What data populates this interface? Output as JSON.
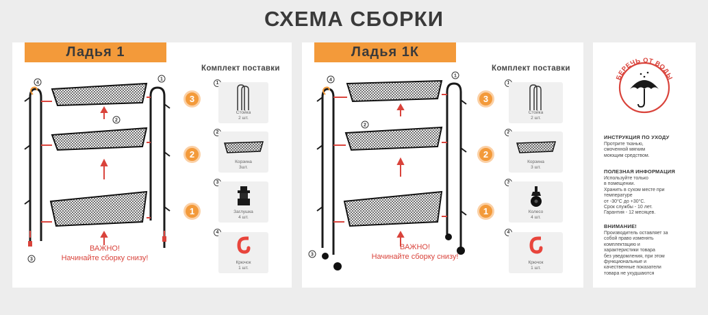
{
  "title": "СХЕМА СБОРКИ",
  "left": {
    "banner": "Ладья 1",
    "kit_title": "Комплект поставки",
    "items": [
      {
        "num": "1",
        "label_1": "Стойка",
        "label_2": "2 шт."
      },
      {
        "num": "2",
        "label_1": "Корзина",
        "label_2": "3шт."
      },
      {
        "num": "3",
        "label_1": "Заглушка",
        "label_2": "4 шт."
      },
      {
        "num": "4",
        "label_1": "Крючок",
        "label_2": "1 шт."
      }
    ],
    "steps": [
      "3",
      "2",
      "1"
    ],
    "callouts": [
      "4",
      "1",
      "2",
      "3"
    ],
    "warning_title": "ВАЖНО!",
    "warning_text": "Начинайте сборку снизу!"
  },
  "right": {
    "banner": "Ладья 1К",
    "kit_title": "Комплект поставки",
    "items": [
      {
        "num": "1",
        "label_1": "Стойка",
        "label_2": "2 шт."
      },
      {
        "num": "2",
        "label_1": "Корзина",
        "label_2": "3 шт."
      },
      {
        "num": "3",
        "label_1": "Колесо",
        "label_2": "4 шт."
      },
      {
        "num": "4",
        "label_1": "Крючок",
        "label_2": "1 шт."
      }
    ],
    "steps": [
      "3",
      "2",
      "1"
    ],
    "callouts": [
      "4",
      "1",
      "2",
      "3"
    ],
    "warning_title": "ВАЖНО!",
    "warning_text": "Начинайте сборку снизу!"
  },
  "care": {
    "badge_text": "БЕРЕЧЬ ОТ ВОДЫ",
    "badge_icon": "umbrella-rain-icon",
    "sections": [
      {
        "heading": "ИНСТРУКЦИЯ ПО УХОДУ",
        "lines": [
          "Протрите тканью,",
          "смоченной мягким",
          "моющим средством."
        ]
      },
      {
        "heading": "ПОЛЕЗНАЯ ИНФОРМАЦИЯ",
        "lines": [
          "Используйте только",
          "в помещении.",
          "Хранить в сухом месте при",
          "температуре",
          "от -30°С до +30°С.",
          "Срок службы - 10 лет.",
          "Гарантия - 12 месяцев."
        ]
      },
      {
        "heading": "ВНИМАНИЕ!",
        "lines": [
          "Производитель оставляет за",
          "собой право изменять",
          "комплектацию и",
          "характеристики товара",
          "без уведомления, при этом",
          "функциональные и",
          "качественные показатели",
          "товара не ухудшаются"
        ]
      }
    ]
  },
  "colors": {
    "accent": "#f39a3a",
    "warning": "#d9433b",
    "rack": "#1a1a1a",
    "hook": "#e8453c"
  }
}
